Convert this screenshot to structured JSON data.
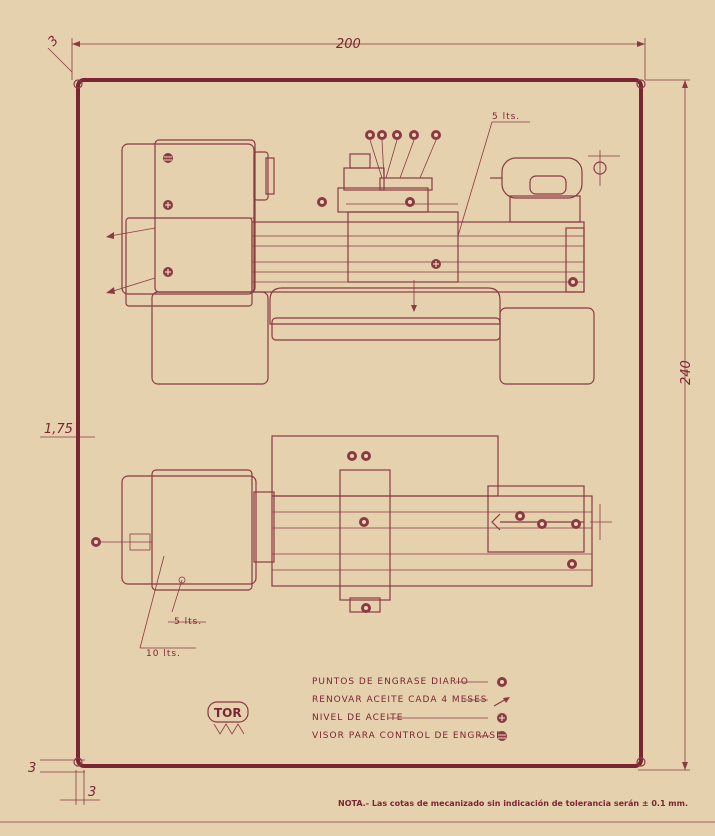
{
  "dimensions": {
    "width": "200",
    "height": "240",
    "corner": "3",
    "left_offset": "1,75",
    "bottom": "3",
    "bottom_left": "3"
  },
  "capacities": {
    "top_carriage": "5 lts.",
    "bottom_small": "5 lts.",
    "bottom_large": "10 lts."
  },
  "legend": [
    {
      "text": "PUNTOS DE ENGRASE DIARIO",
      "icon": "grease-point-icon"
    },
    {
      "text": "RENOVAR ACEITE CADA 4 MESES",
      "icon": "oil-arrow-icon"
    },
    {
      "text": "NIVEL DE ACEITE",
      "icon": "oil-level-icon"
    },
    {
      "text": "VISOR PARA CONTROL DE ENGRASE",
      "icon": "sight-glass-icon"
    }
  ],
  "logo": {
    "text": "TOR"
  },
  "note": "NOTA.- Las cotas de mecanizado sin indicación de tolerancia serán ± 0.1 mm.",
  "colors": {
    "paper": "#e9d6b6",
    "ink": "#8a3a42"
  }
}
